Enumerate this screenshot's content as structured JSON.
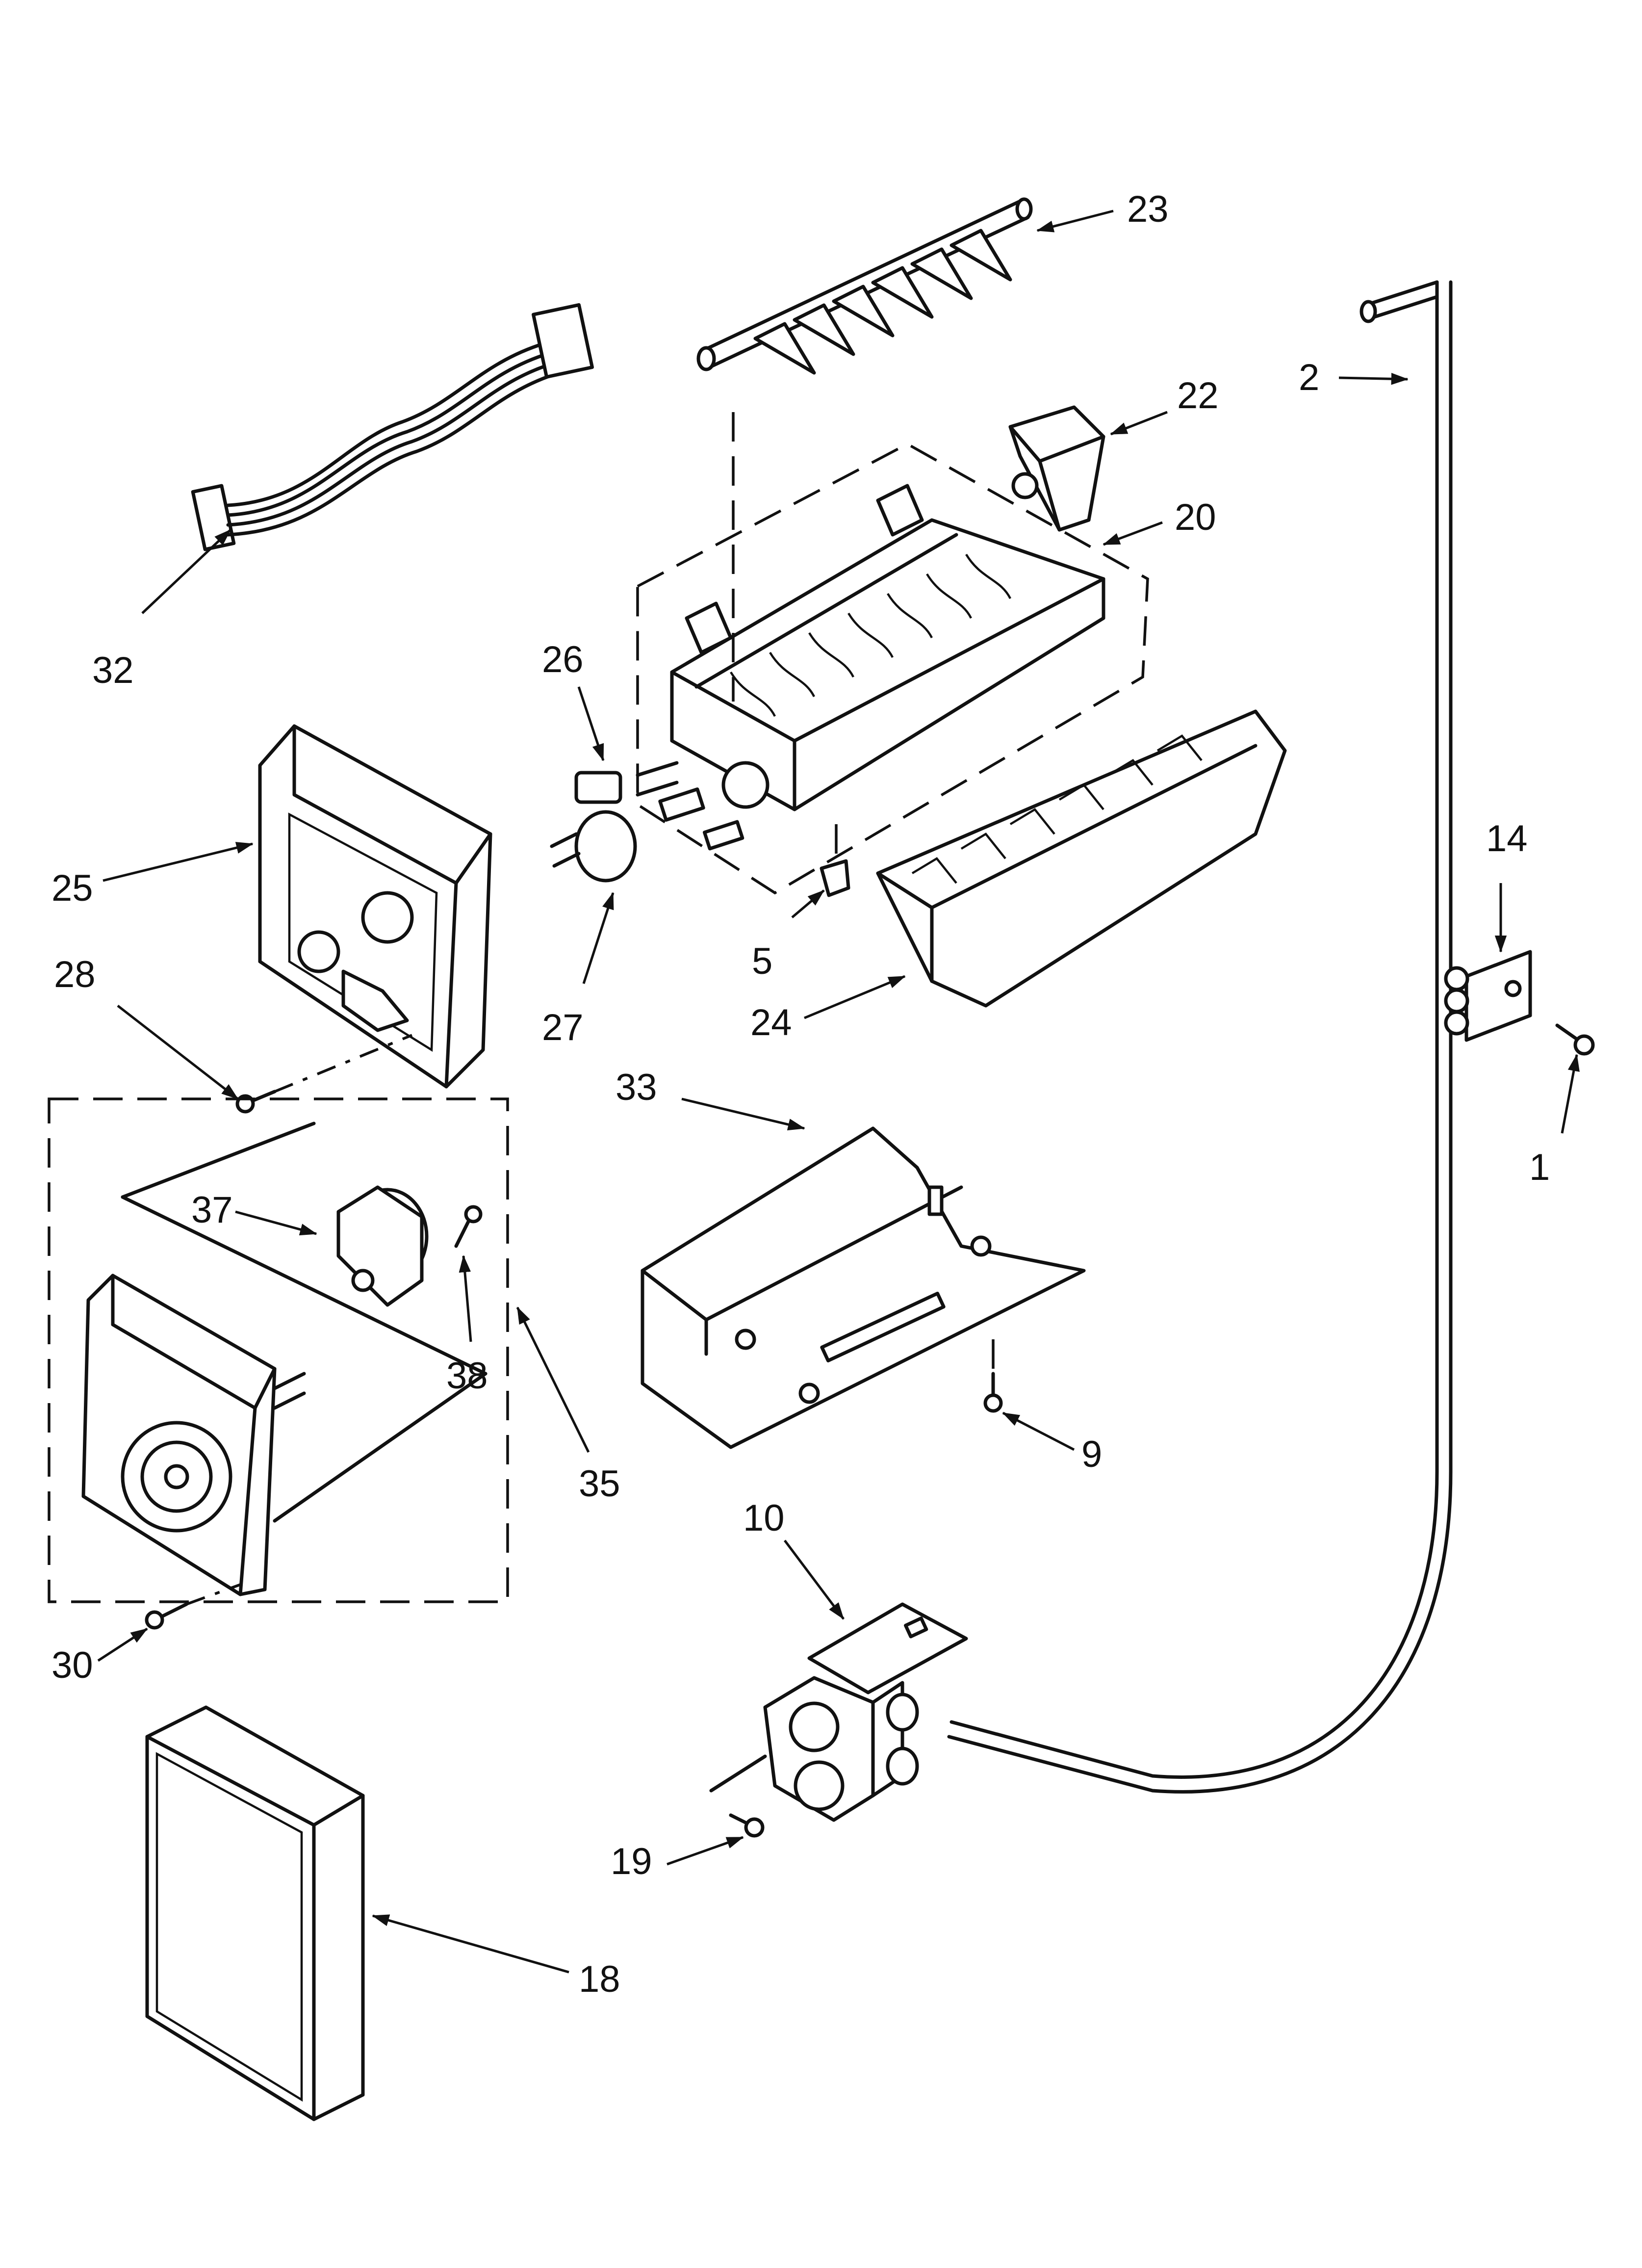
{
  "callouts": {
    "c1": "1",
    "c2": "2",
    "c5": "5",
    "c9": "9",
    "c10": "10",
    "c14": "14",
    "c18": "18",
    "c19": "19",
    "c20": "20",
    "c22": "22",
    "c23": "23",
    "c24": "24",
    "c25": "25",
    "c26": "26",
    "c27": "27",
    "c28": "28",
    "c30": "30",
    "c32": "32",
    "c33": "33",
    "c35": "35",
    "c37": "37",
    "c38": "38"
  }
}
